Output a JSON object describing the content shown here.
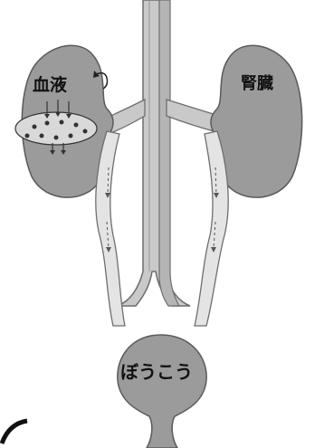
{
  "labels": {
    "blood": "血液",
    "kidney": "腎臓",
    "bladder": "ぼうこう"
  },
  "colors": {
    "organ": "#9b9b9b",
    "organ_outline": "#5a5a5a",
    "vessel": "#c9c9c9",
    "vessel_outline": "#6e6e6e",
    "ureter_inner": "#e4e4e4",
    "text": "#111111",
    "background": "#ffffff"
  }
}
